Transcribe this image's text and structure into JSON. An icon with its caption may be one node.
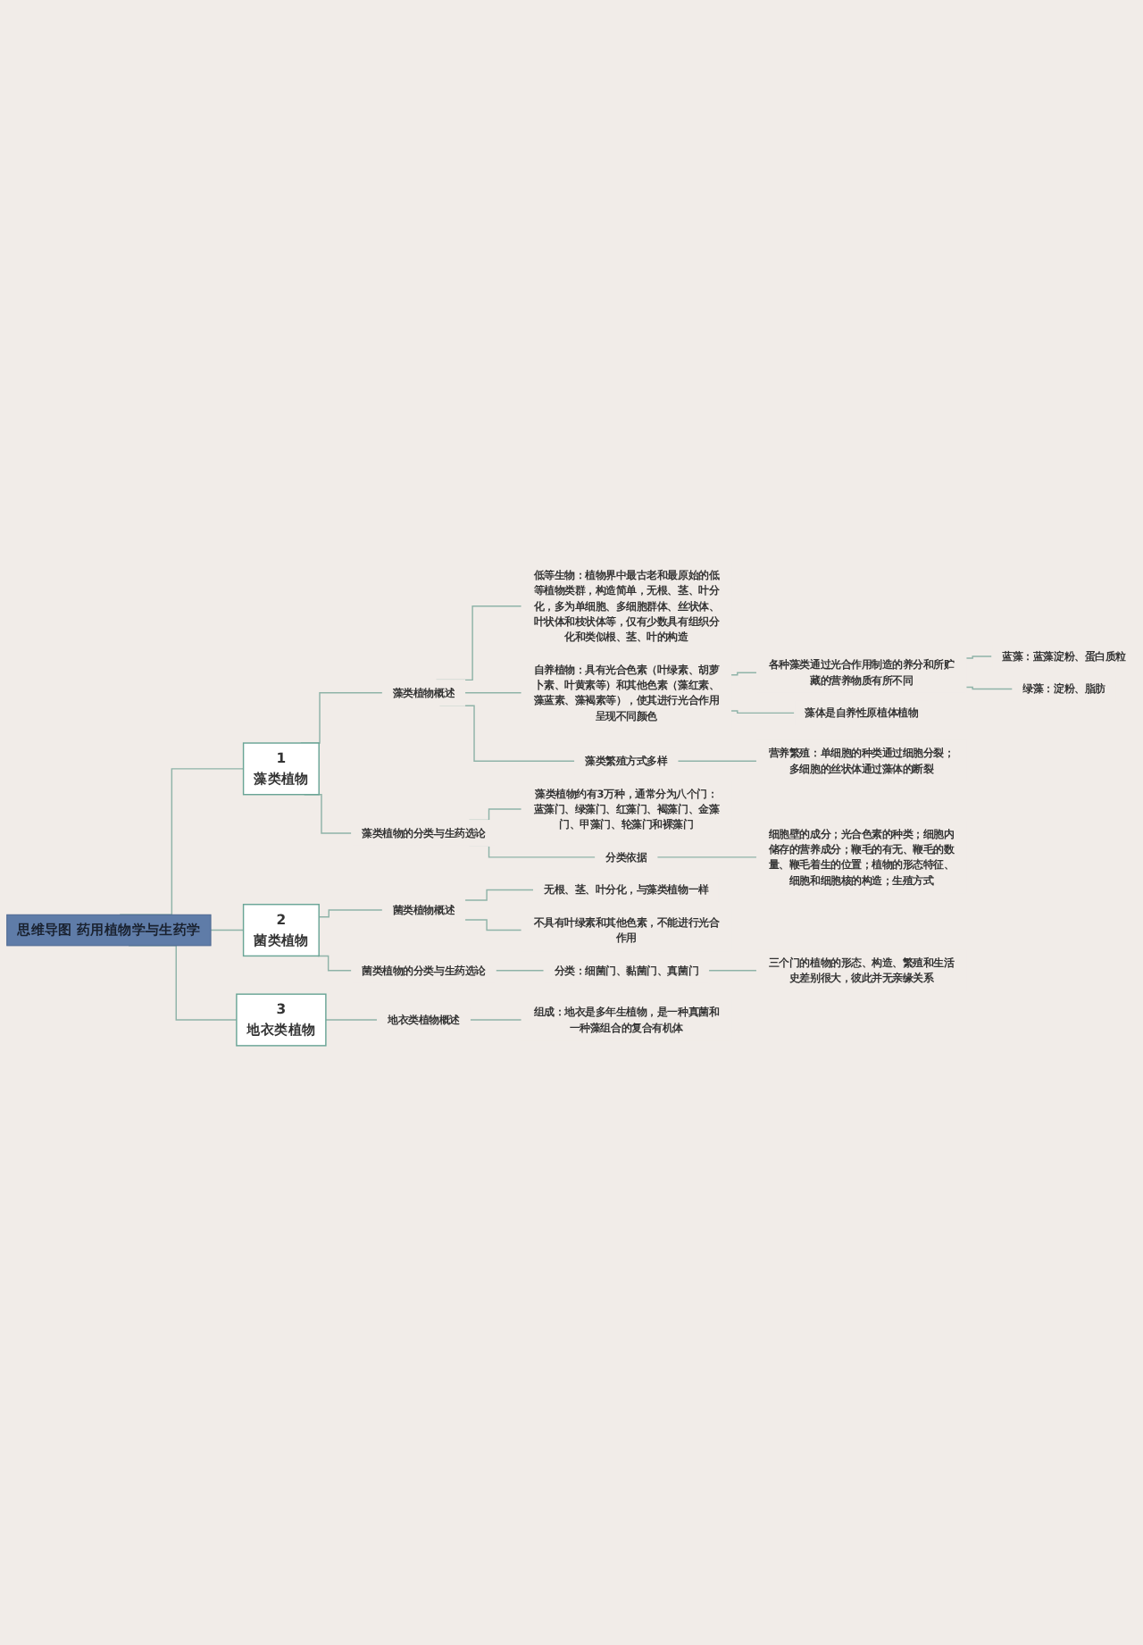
{
  "diagram": {
    "nodes": [
      {
        "text": [
          "思维导图 药用植物学与生药学"
        ]
      },
      {
        "text": [
          "1",
          "藻类植物"
        ]
      },
      {
        "text": [
          "藻类植物概述"
        ]
      },
      {
        "text": [
          "低等生物：植物界中最古老和最原始的低等植物类群，构造简单，无根、茎、叶分化，多为单细胞、多细胞群体、丝状体、叶状体和枝状体等，仅有少数具有组织分化和类似根、茎、叶的构造"
        ]
      },
      {
        "text": [
          "自养植物：具有光合色素（叶绿素、胡萝卜素、叶黄素等）和其他色素（藻红素、藻蓝素、藻褐素等），使其进行光合作用呈现不同颜色"
        ]
      },
      {
        "text": [
          "各种藻类通过光合作用制造的养分和所贮藏的营养物质有所不同"
        ]
      },
      {
        "text": [
          "蓝藻：蓝藻淀粉、蛋白质粒"
        ]
      },
      {
        "text": [
          "绿藻：淀粉、脂肪"
        ]
      },
      {
        "text": [
          "藻体是自养性原植体植物"
        ]
      },
      {
        "text": [
          "藻类繁殖方式多样"
        ]
      },
      {
        "text": [
          "营养繁殖：单细胞的种类通过细胞分裂；多细胞的丝状体通过藻体的断裂"
        ]
      },
      {
        "text": [
          "藻类植物的分类与生药选论"
        ]
      },
      {
        "text": [
          "藻类植物约有3万种，通常分为八个门：蓝藻门、绿藻门、红藻门、褐藻门、金藻门、甲藻门、轮藻门和裸藻门"
        ]
      },
      {
        "text": [
          "分类依据"
        ]
      },
      {
        "text": [
          "细胞壁的成分；光合色素的种类；细胞内储存的营养成分；鞭毛的有无、鞭毛的数量、鞭毛着生的位置；植物的形态特征、细胞和细胞核的构造；生殖方式"
        ]
      },
      {
        "text": [
          "2",
          "菌类植物"
        ]
      },
      {
        "text": [
          "菌类植物概述"
        ]
      },
      {
        "text": [
          "无根、茎、叶分化，与藻类植物一样"
        ]
      },
      {
        "text": [
          "不具有叶绿素和其他色素，不能进行光合作用"
        ]
      },
      {
        "text": [
          "菌类植物的分类与生药选论"
        ]
      },
      {
        "text": [
          "分类：细菌门、黏菌门、真菌门"
        ]
      },
      {
        "text": [
          "三个门的植物的形态、构造、繁殖和生活史差别很大，彼此并无亲缘关系"
        ]
      },
      {
        "text": [
          "3",
          "地衣类植物"
        ]
      },
      {
        "text": [
          "地衣类植物概述"
        ]
      },
      {
        "text": [
          "组成：地衣是多年生植物，是一种真菌和一种藻组合的复合有机体"
        ]
      }
    ],
    "edges": [
      {
        "from": 0,
        "to": 1,
        "arrow": "none"
      },
      {
        "from": 0,
        "to": 15,
        "arrow": "none"
      },
      {
        "from": 0,
        "to": 22,
        "arrow": "none"
      },
      {
        "from": 1,
        "to": 2,
        "arrow": "none"
      },
      {
        "from": 1,
        "to": 11,
        "arrow": "none"
      },
      {
        "from": 2,
        "to": 3,
        "arrow": "none"
      },
      {
        "from": 2,
        "to": 4,
        "arrow": "none"
      },
      {
        "from": 2,
        "to": 9,
        "arrow": "none"
      },
      {
        "from": 4,
        "to": 5,
        "arrow": "none"
      },
      {
        "from": 4,
        "to": 8,
        "arrow": "none"
      },
      {
        "from": 5,
        "to": 6,
        "arrow": "none"
      },
      {
        "from": 5,
        "to": 7,
        "arrow": "none"
      },
      {
        "from": 9,
        "to": 10,
        "arrow": "none"
      },
      {
        "from": 11,
        "to": 12,
        "arrow": "none"
      },
      {
        "from": 11,
        "to": 13,
        "arrow": "none"
      },
      {
        "from": 13,
        "to": 14,
        "arrow": "none"
      },
      {
        "from": 15,
        "to": 16,
        "arrow": "none"
      },
      {
        "from": 15,
        "to": 19,
        "arrow": "none"
      },
      {
        "from": 16,
        "to": 17,
        "arrow": "none"
      },
      {
        "from": 16,
        "to": 18,
        "arrow": "none"
      },
      {
        "from": 19,
        "to": 20,
        "arrow": "none"
      },
      {
        "from": 20,
        "to": 21,
        "arrow": "none"
      },
      {
        "from": 22,
        "to": 23,
        "arrow": "none"
      },
      {
        "from": 23,
        "to": 24,
        "arrow": "none"
      }
    ]
  }
}
